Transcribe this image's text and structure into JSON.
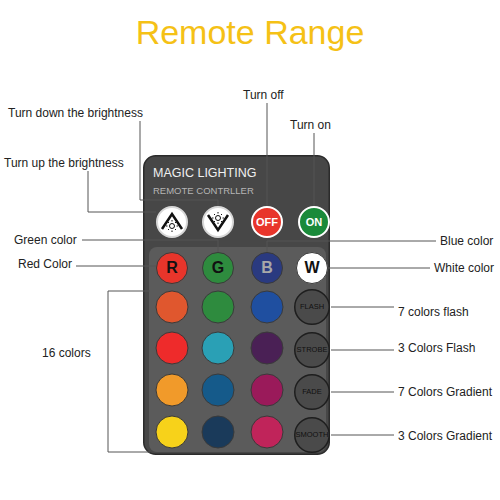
{
  "diagram": {
    "title": "Remote Range",
    "nodes": [
      {
        "text": [
          "MAGIC LIGHTING",
          "REMOTE CONTRLLER"
        ]
      },
      {
        "text": [
          "OFF"
        ],
        "in": 0
      },
      {
        "text": [
          "ON"
        ],
        "in": 0
      },
      {
        "text": [
          "R"
        ],
        "in": 0
      },
      {
        "text": [
          "G"
        ],
        "in": 0
      },
      {
        "text": [
          "B"
        ],
        "in": 0
      },
      {
        "text": [
          "W"
        ],
        "in": 0
      },
      {
        "text": [
          "FLASH"
        ],
        "in": 0
      },
      {
        "text": [
          "STROBE"
        ],
        "in": 0
      },
      {
        "text": [
          "FADE"
        ],
        "in": 0
      },
      {
        "text": [
          "SMOOTH"
        ],
        "in": 0
      }
    ],
    "labels": [
      "Turn down the brightness",
      "Turn off",
      "Turn on",
      "Turn up the brightness",
      "Green color",
      "Blue color",
      "Red Color",
      "White color",
      "16 colors",
      "7 colors flash",
      "3 Colors Flash",
      "7 Colors Gradient",
      "3 Colors Gradient"
    ]
  }
}
